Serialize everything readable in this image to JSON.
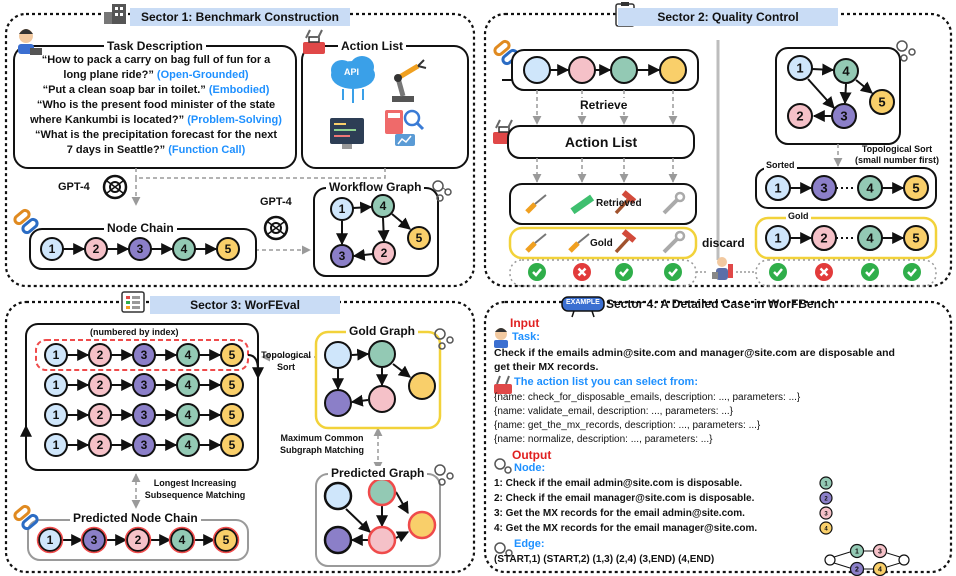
{
  "sector1": {
    "title": "Sector 1: Benchmark Construction",
    "task_desc_label": "Task Description",
    "q1_a": "“How to pack a carry on bag full of fun for a",
    "q1_b": "long plane ride?”",
    "q1_tag": "(Open-Grounded)",
    "q2": "“Put a clean soap bar in toilet.”",
    "q2_tag": "(Embodied)",
    "q3_a": "“Who is the present food minister of the state",
    "q3_b": "where Kankumbi is located?”",
    "q3_tag": "(Problem-Solving)",
    "q4_a": "“What is the precipitation forecast for the next",
    "q4_b": "7 days in Seattle?”",
    "q4_tag": "(Function Call)",
    "action_list_label": "Action List",
    "api_label": "API",
    "gpt4_a": "GPT-4",
    "gpt4_b": "GPT-4",
    "node_chain_label": "Node Chain",
    "workflow_graph_label": "Workflow Graph",
    "chain_nodes": [
      "1",
      "2",
      "3",
      "4",
      "5"
    ],
    "graph_nodes": [
      "1",
      "2",
      "3",
      "4",
      "5"
    ]
  },
  "sector2": {
    "title": "Sector 2: Quality Control",
    "retrieve": "Retrieve",
    "action_list": "Action List",
    "retrieved": "Retrieved",
    "gold": "Gold",
    "discard": "discard",
    "topo_a": "Topological Sort",
    "topo_b": "(small number first)",
    "sorted": "Sorted",
    "gold2": "Gold",
    "sorted_nodes": [
      "1",
      "3",
      "4",
      "5"
    ],
    "gold_nodes": [
      "1",
      "2",
      "4",
      "5"
    ],
    "graph_nodes": [
      "1",
      "2",
      "3",
      "4",
      "5"
    ],
    "status_icons": [
      "check",
      "cross",
      "check",
      "check"
    ]
  },
  "sector3": {
    "title": "Sector 3: WorFEval",
    "numbered": "(numbered by index)",
    "rows": [
      [
        "1",
        "2",
        "3",
        "4",
        "5"
      ],
      [
        "1",
        "2",
        "3",
        "4",
        "5"
      ],
      [
        "1",
        "2",
        "3",
        "4",
        "5"
      ],
      [
        "1",
        "2",
        "3",
        "4",
        "5"
      ]
    ],
    "topo_a": "Topological",
    "topo_b": "Sort",
    "lis_a": "Longest Increasing",
    "lis_b": "Subsequence Matching",
    "pred_chain": "Predicted Node Chain",
    "pred_nodes": [
      "1",
      "3",
      "2",
      "4",
      "5"
    ],
    "gold_graph": "Gold Graph",
    "mcs_a": "Maximum Common",
    "mcs_b": "Subgraph Matching",
    "pred_graph": "Predicted Graph"
  },
  "sector4": {
    "title": "Sector 4: A Detailed Case in WorFBench",
    "example_badge": "EXAMPLE",
    "input": "Input",
    "task": "Task:",
    "task_a": "Check if the emails admin@site.com and manager@site.com are disposable and",
    "task_b": "get their MX records.",
    "action_head": "The action list you can select from:",
    "actions": [
      "{name: check_for_disposable_emails, description: ..., parameters: ...}",
      "{name: validate_email, description: ..., parameters: ...}",
      "{name: get_the_mx_records, description: ..., parameters: ...}",
      "{name: normalize, description: ..., parameters: ...}"
    ],
    "output": "Output",
    "node": "Node:",
    "nodes": [
      "1: Check if the email admin@site.com is disposable.",
      "2: Check if the email manager@site.com is disposable.",
      "3: Get the MX records for the email admin@site.com.",
      "4: Get the MX records for the email manager@site.com."
    ],
    "node_badges": [
      "1",
      "2",
      "3",
      "4"
    ],
    "edge": "Edge:",
    "edges": "(START,1) (START,2) (1,3) (2,4) (3,END) (4,END)",
    "mini_nodes": [
      "1",
      "3",
      "2",
      "4"
    ]
  },
  "colors": {
    "n1": "#cfe6fb",
    "n2": "#f5c1c8",
    "n3": "#8b7fc8",
    "n4": "#93c9b4",
    "n5": "#f9cf6a",
    "gold_frame": "#f2d23a",
    "red_dash": "#ef4b4b",
    "green": "#2fae4a",
    "red": "#e23b3b",
    "blue_text": "#1e90ff",
    "banner": "#c9dcf5"
  }
}
